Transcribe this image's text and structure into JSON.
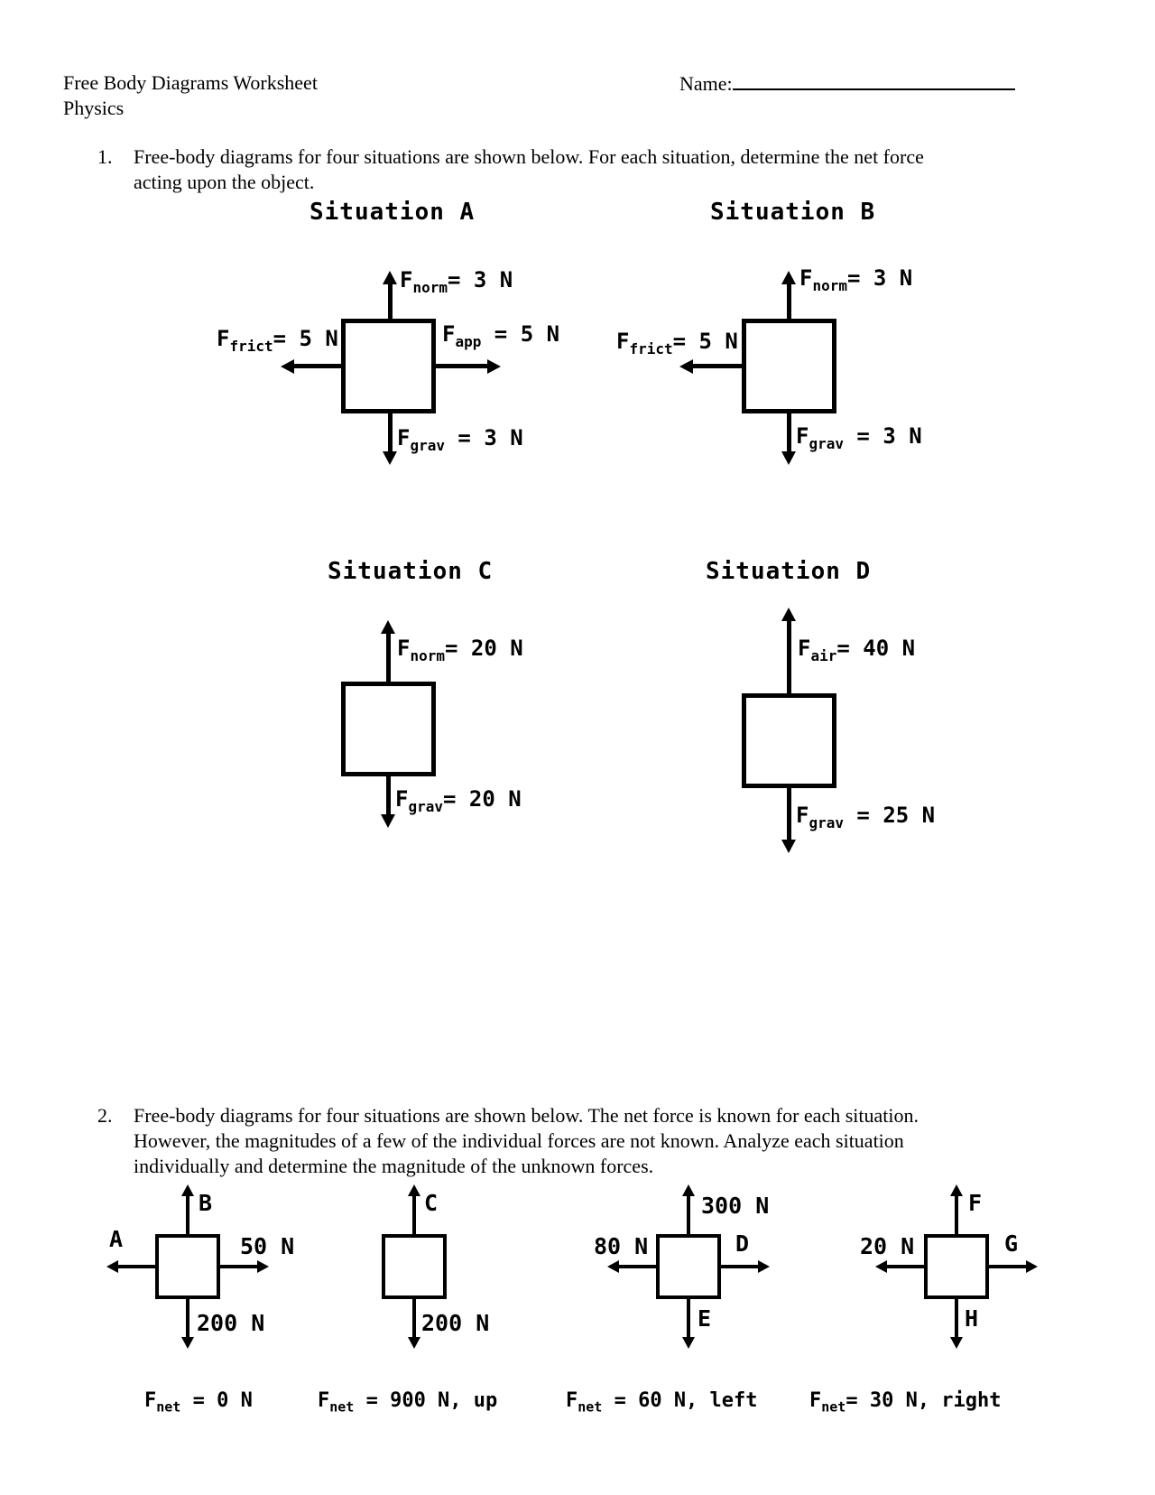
{
  "colors": {
    "ink": "#000000",
    "paper": "#ffffff"
  },
  "header": {
    "title_line1": "Free Body Diagrams Worksheet",
    "title_line2": "Physics",
    "name_label": "Name:"
  },
  "q1": {
    "number": "1.",
    "line1": "Free-body diagrams for four situations are shown below. For each situation, determine the net force",
    "line2": "acting upon the object.",
    "situations": [
      {
        "title": "Situation A",
        "up": {
          "sym": "F",
          "sub": "norm",
          "val": "= 3 N"
        },
        "left": {
          "sym": "F",
          "sub": "frict",
          "val": "= 5 N"
        },
        "right": {
          "sym": "F",
          "sub": "app",
          "val": " = 5 N"
        },
        "down": {
          "sym": "F",
          "sub": "grav",
          "val": " = 3 N"
        }
      },
      {
        "title": "Situation B",
        "up": {
          "sym": "F",
          "sub": "norm",
          "val": "= 3 N"
        },
        "left": {
          "sym": "F",
          "sub": "frict",
          "val": "= 5 N"
        },
        "down": {
          "sym": "F",
          "sub": "grav",
          "val": " = 3 N"
        }
      },
      {
        "title": "Situation C",
        "up": {
          "sym": "F",
          "sub": "norm",
          "val": "= 20 N"
        },
        "down": {
          "sym": "F",
          "sub": "grav",
          "val": "= 20 N"
        }
      },
      {
        "title": "Situation D",
        "up": {
          "sym": "F",
          "sub": "air",
          "val": "= 40 N"
        },
        "down": {
          "sym": "F",
          "sub": "grav",
          "val": " = 25 N"
        }
      }
    ]
  },
  "q2": {
    "number": "2.",
    "line1": "Free-body diagrams for four situations are shown below. The net force is known for each situation.",
    "line2": "However, the magnitudes of a few of the individual forces are not known. Analyze each situation",
    "line3": "individually and determine the magnitude of the unknown forces.",
    "diagrams": [
      {
        "up": "B",
        "left": "A",
        "right": "50 N",
        "down": "200 N",
        "fnet": {
          "sym": "F",
          "sub": "net",
          "val": " = 0 N"
        }
      },
      {
        "up": "C",
        "down": "200 N",
        "fnet": {
          "sym": "F",
          "sub": "net",
          "val": " = 900 N, up"
        }
      },
      {
        "up": "300 N",
        "left": "80 N",
        "right": "D",
        "down": "E",
        "fnet": {
          "sym": "F",
          "sub": "net",
          "val": " = 60 N, left"
        }
      },
      {
        "up": "F",
        "left": "20 N",
        "right": "G",
        "down": "H",
        "fnet": {
          "sym": "F",
          "sub": "net",
          "val": "= 30 N, right"
        }
      }
    ]
  }
}
